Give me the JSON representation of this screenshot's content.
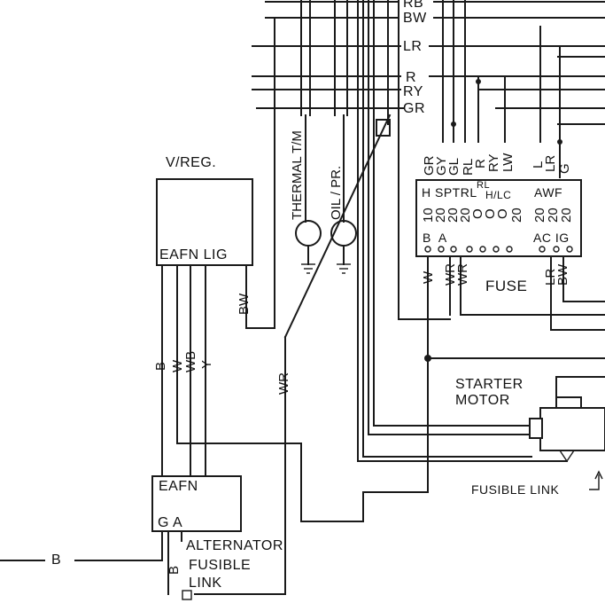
{
  "wire_codes_top": [
    "RB",
    "BW",
    "LR",
    "R",
    "RY",
    "GR"
  ],
  "vreg": {
    "title": "V/REG.",
    "terminals": "EAFN LIG",
    "wire_out": "BW",
    "wires": [
      "B",
      "W",
      "WB",
      "Y"
    ]
  },
  "gauges": {
    "thermal": "THERMAL T/M",
    "oil": "OIL / PR."
  },
  "fuse_block": {
    "label": "FUSE",
    "top_wires": [
      "GR",
      "GY",
      "GL",
      "RL",
      "R",
      "RY",
      "LW",
      "L",
      "LR",
      "G"
    ],
    "terminals_left": "H SPTRL",
    "terminals_mid1": "RL",
    "terminals_mid2": "H/LC",
    "terminals_right": "AWF",
    "ratings_left": [
      "10",
      "20",
      "20",
      "20"
    ],
    "ratings_mid": [
      "O",
      "O",
      "O",
      "20"
    ],
    "ratings_right": [
      "20",
      "20",
      "20"
    ],
    "bottom_left": "B  A",
    "bottom_right": "AC IG",
    "bottom_wires": [
      "W",
      "WR",
      "WR",
      "LR",
      "BW"
    ]
  },
  "wire_wr": "WR",
  "starter": {
    "label_1": "STARTER",
    "label_2": "MOTOR"
  },
  "fusible_link_right": "FUSIBLE LINK",
  "alternator": {
    "terminals_top": "EAFN",
    "terminals_bottom": "G A",
    "label": "ALTERNATOR",
    "fusible_1": "FUSIBLE",
    "fusible_2": "LINK",
    "fusible_wire": "B"
  },
  "ground_wire": "B"
}
